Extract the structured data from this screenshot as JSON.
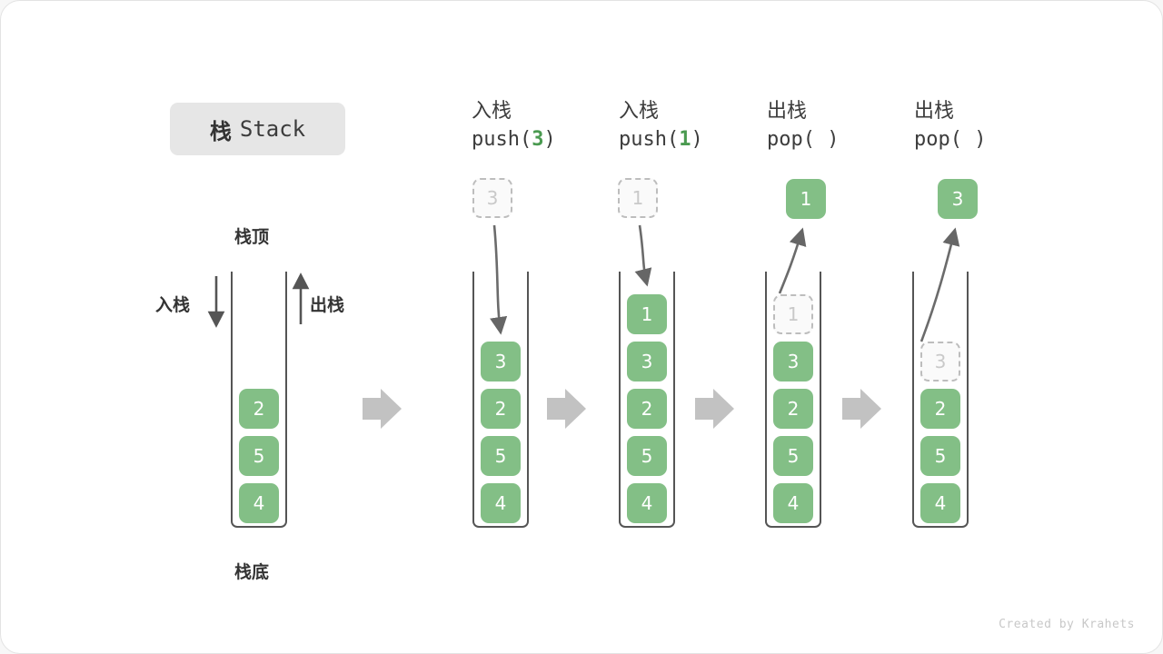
{
  "title": {
    "cjk": "栈",
    "latin": "Stack"
  },
  "left_stack": {
    "top_label": "栈顶",
    "bottom_label": "栈底",
    "push_label": "入栈",
    "pop_label": "出栈",
    "cells": [
      "4",
      "5",
      "2"
    ]
  },
  "columns": [
    {
      "id": "push-3",
      "op_label": "入栈",
      "call_prefix": "push(",
      "call_arg": "3",
      "call_suffix": ")",
      "floating": {
        "value": "3",
        "style": "ghost"
      },
      "cells": [
        "4",
        "5",
        "2",
        "3"
      ],
      "ghost_in_stack": null
    },
    {
      "id": "push-1",
      "op_label": "入栈",
      "call_prefix": "push(",
      "call_arg": "1",
      "call_suffix": ")",
      "floating": {
        "value": "1",
        "style": "ghost"
      },
      "cells": [
        "4",
        "5",
        "2",
        "3",
        "1"
      ],
      "ghost_in_stack": null
    },
    {
      "id": "pop-1",
      "op_label": "出栈",
      "call_prefix": "pop(",
      "call_arg": " ",
      "call_suffix": ")",
      "floating": {
        "value": "1",
        "style": "solid"
      },
      "cells": [
        "4",
        "5",
        "2",
        "3"
      ],
      "ghost_in_stack": "1"
    },
    {
      "id": "pop-3",
      "op_label": "出栈",
      "call_prefix": "pop(",
      "call_arg": " ",
      "call_suffix": ")",
      "floating": {
        "value": "3",
        "style": "solid"
      },
      "cells": [
        "4",
        "5",
        "2"
      ],
      "ghost_in_stack": "3"
    }
  ],
  "credit": "Created by Krahets",
  "colors": {
    "cell_green": "#83bf86",
    "accent_green": "#4a9a50",
    "arrow_gray": "#c2c2c2",
    "line_gray": "#666666",
    "ghost_border": "#bdbdbd"
  }
}
